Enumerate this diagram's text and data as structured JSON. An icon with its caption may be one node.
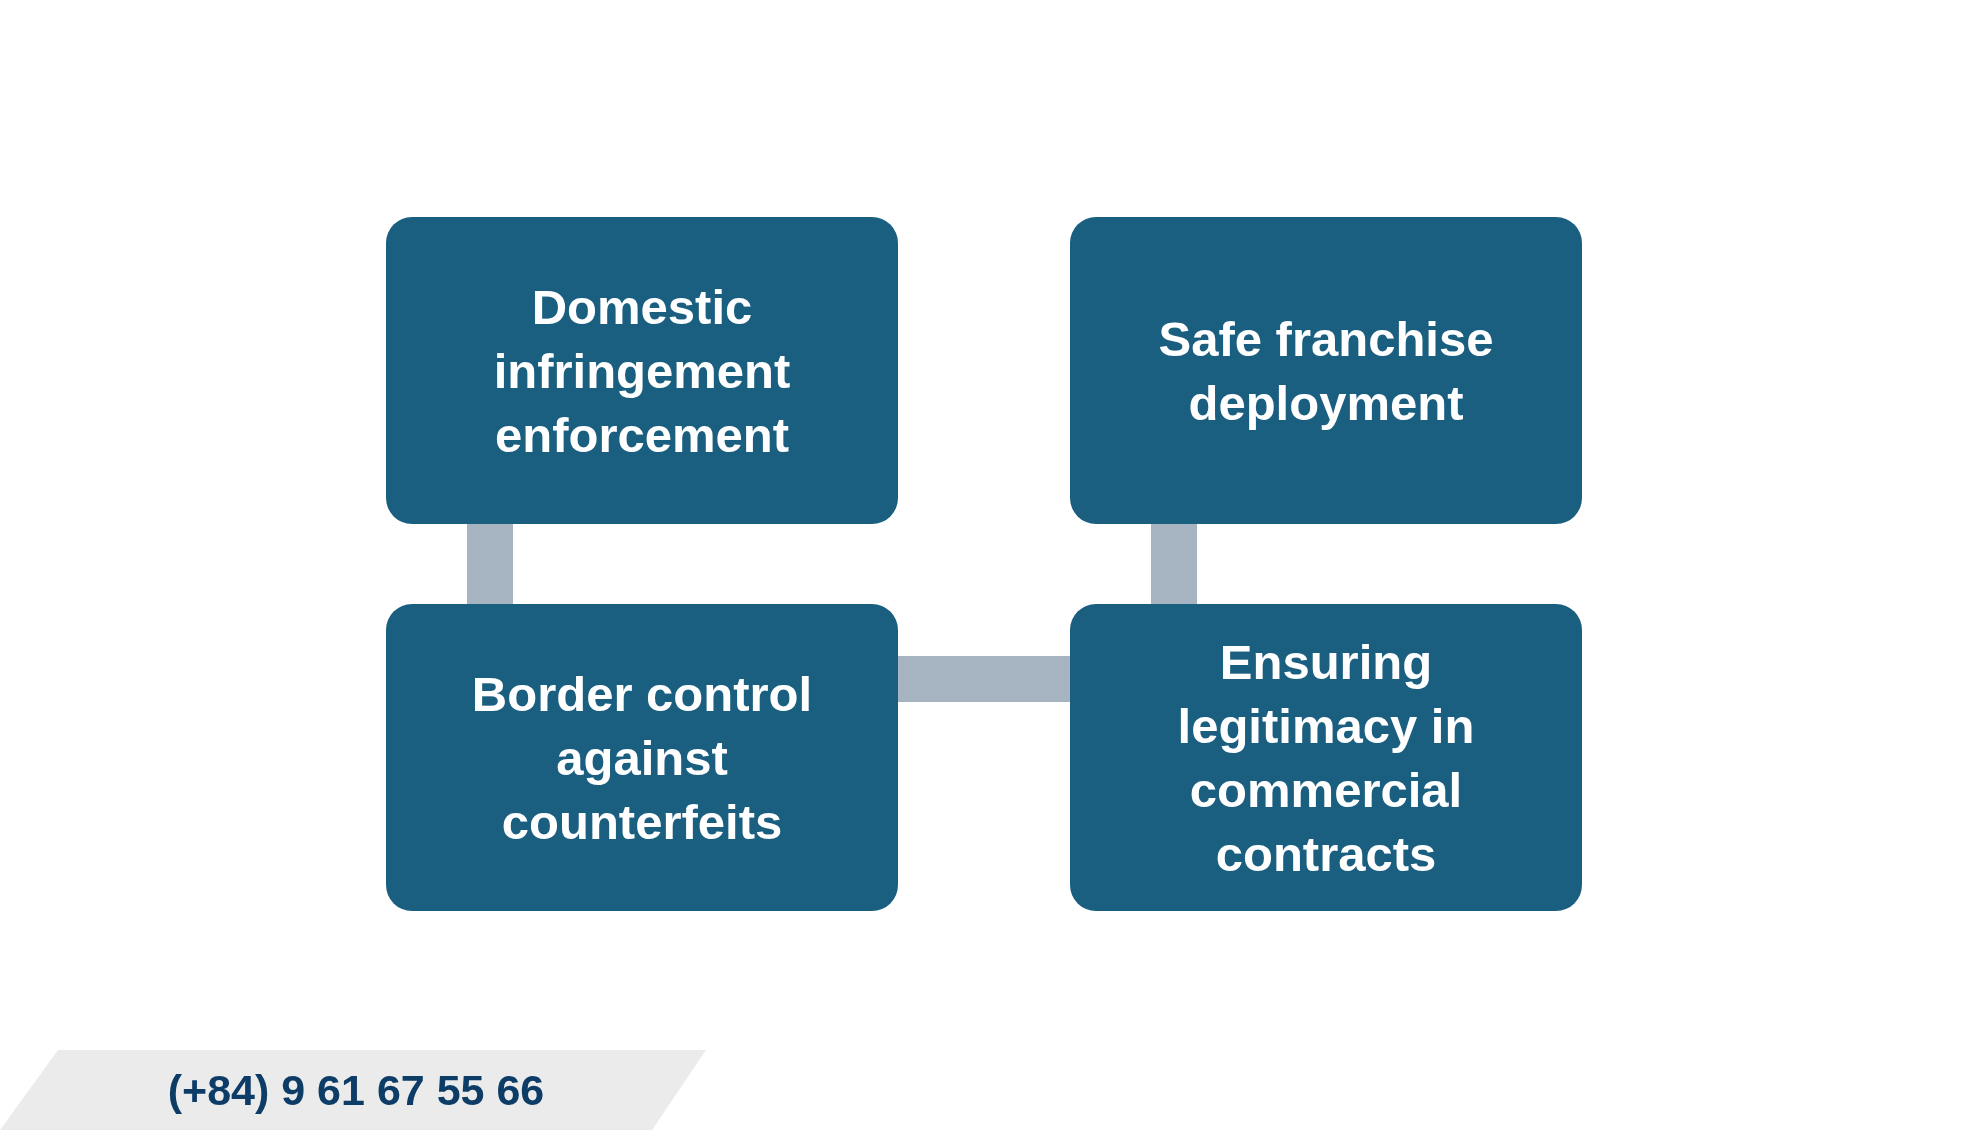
{
  "diagram": {
    "nodes": [
      {
        "text": [
          "Domestic infringement enforcement"
        ]
      },
      {
        "text": [
          "Safe franchise deployment"
        ]
      },
      {
        "text": [
          "Border control against counterfeits"
        ]
      },
      {
        "text": [
          "Ensuring legitimacy in commercial contracts"
        ]
      }
    ],
    "edges": [
      {
        "from": 0,
        "to": 2,
        "arrow": "none"
      },
      {
        "from": 2,
        "to": 3,
        "arrow": "none"
      },
      {
        "from": 3,
        "to": 1,
        "arrow": "none"
      }
    ],
    "labels": [
      "(+84) 9 61 67 55 66"
    ]
  }
}
